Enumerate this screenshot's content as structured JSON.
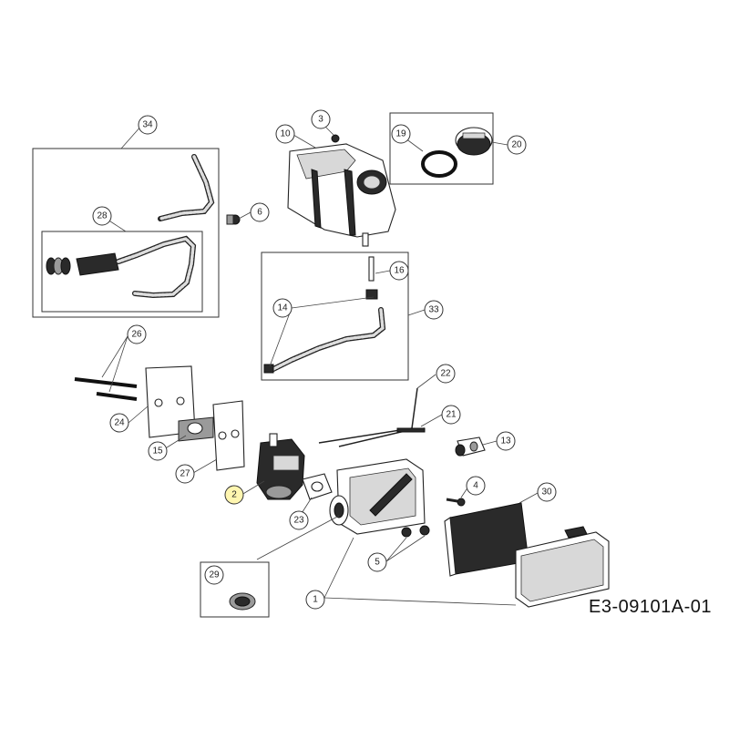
{
  "drawing_code": "E3-09101A-01",
  "callouts": [
    {
      "id": "c34",
      "label": "34",
      "highlight": false
    },
    {
      "id": "c28",
      "label": "28",
      "highlight": false
    },
    {
      "id": "c6",
      "label": "6",
      "highlight": false
    },
    {
      "id": "c3",
      "label": "3",
      "highlight": false
    },
    {
      "id": "c10",
      "label": "10",
      "highlight": false
    },
    {
      "id": "c19",
      "label": "19",
      "highlight": false
    },
    {
      "id": "c20",
      "label": "20",
      "highlight": false
    },
    {
      "id": "c16",
      "label": "16",
      "highlight": false
    },
    {
      "id": "c14",
      "label": "14",
      "highlight": false
    },
    {
      "id": "c33",
      "label": "33",
      "highlight": false
    },
    {
      "id": "c26",
      "label": "26",
      "highlight": false
    },
    {
      "id": "c24",
      "label": "24",
      "highlight": false
    },
    {
      "id": "c15",
      "label": "15",
      "highlight": false
    },
    {
      "id": "c27",
      "label": "27",
      "highlight": false
    },
    {
      "id": "c22",
      "label": "22",
      "highlight": false
    },
    {
      "id": "c21",
      "label": "21",
      "highlight": false
    },
    {
      "id": "c13",
      "label": "13",
      "highlight": false
    },
    {
      "id": "c2",
      "label": "2",
      "highlight": true
    },
    {
      "id": "c23",
      "label": "23",
      "highlight": false
    },
    {
      "id": "c4",
      "label": "4",
      "highlight": false
    },
    {
      "id": "c30",
      "label": "30",
      "highlight": false
    },
    {
      "id": "c5",
      "label": "5",
      "highlight": false
    },
    {
      "id": "c29",
      "label": "29",
      "highlight": false
    },
    {
      "id": "c1",
      "label": "1",
      "highlight": false
    }
  ],
  "colors": {
    "line": "#222222",
    "highlight": "#fff6b0",
    "background": "#ffffff"
  }
}
